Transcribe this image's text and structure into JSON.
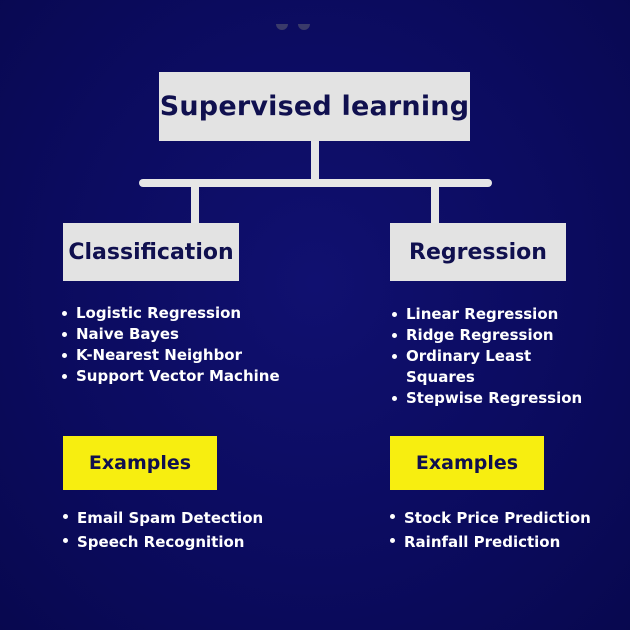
{
  "diagram": {
    "root": "Supervised learning",
    "branches": [
      {
        "title": "Classification",
        "algorithms": [
          "Logistic Regression",
          "Naive Bayes",
          "K-Nearest Neighbor",
          "Support Vector Machine"
        ],
        "examples_label": "Examples",
        "examples": [
          "Email Spam Detection",
          "Speech Recognition"
        ]
      },
      {
        "title": "Regression",
        "algorithms": [
          "Linear Regression",
          "Ridge Regression",
          "Ordinary Least Squares",
          "Stepwise Regression"
        ],
        "examples_label": "Examples",
        "examples": [
          "Stock Price Prediction",
          "Rainfall Prediction"
        ]
      }
    ]
  },
  "colors": {
    "background": "#0b0b5c",
    "box_gray": "#e3e3e3",
    "box_yellow": "#f7ee10",
    "box_text": "#10104f",
    "bullet_text": "#ffffff",
    "connector": "#e6e6e6"
  }
}
